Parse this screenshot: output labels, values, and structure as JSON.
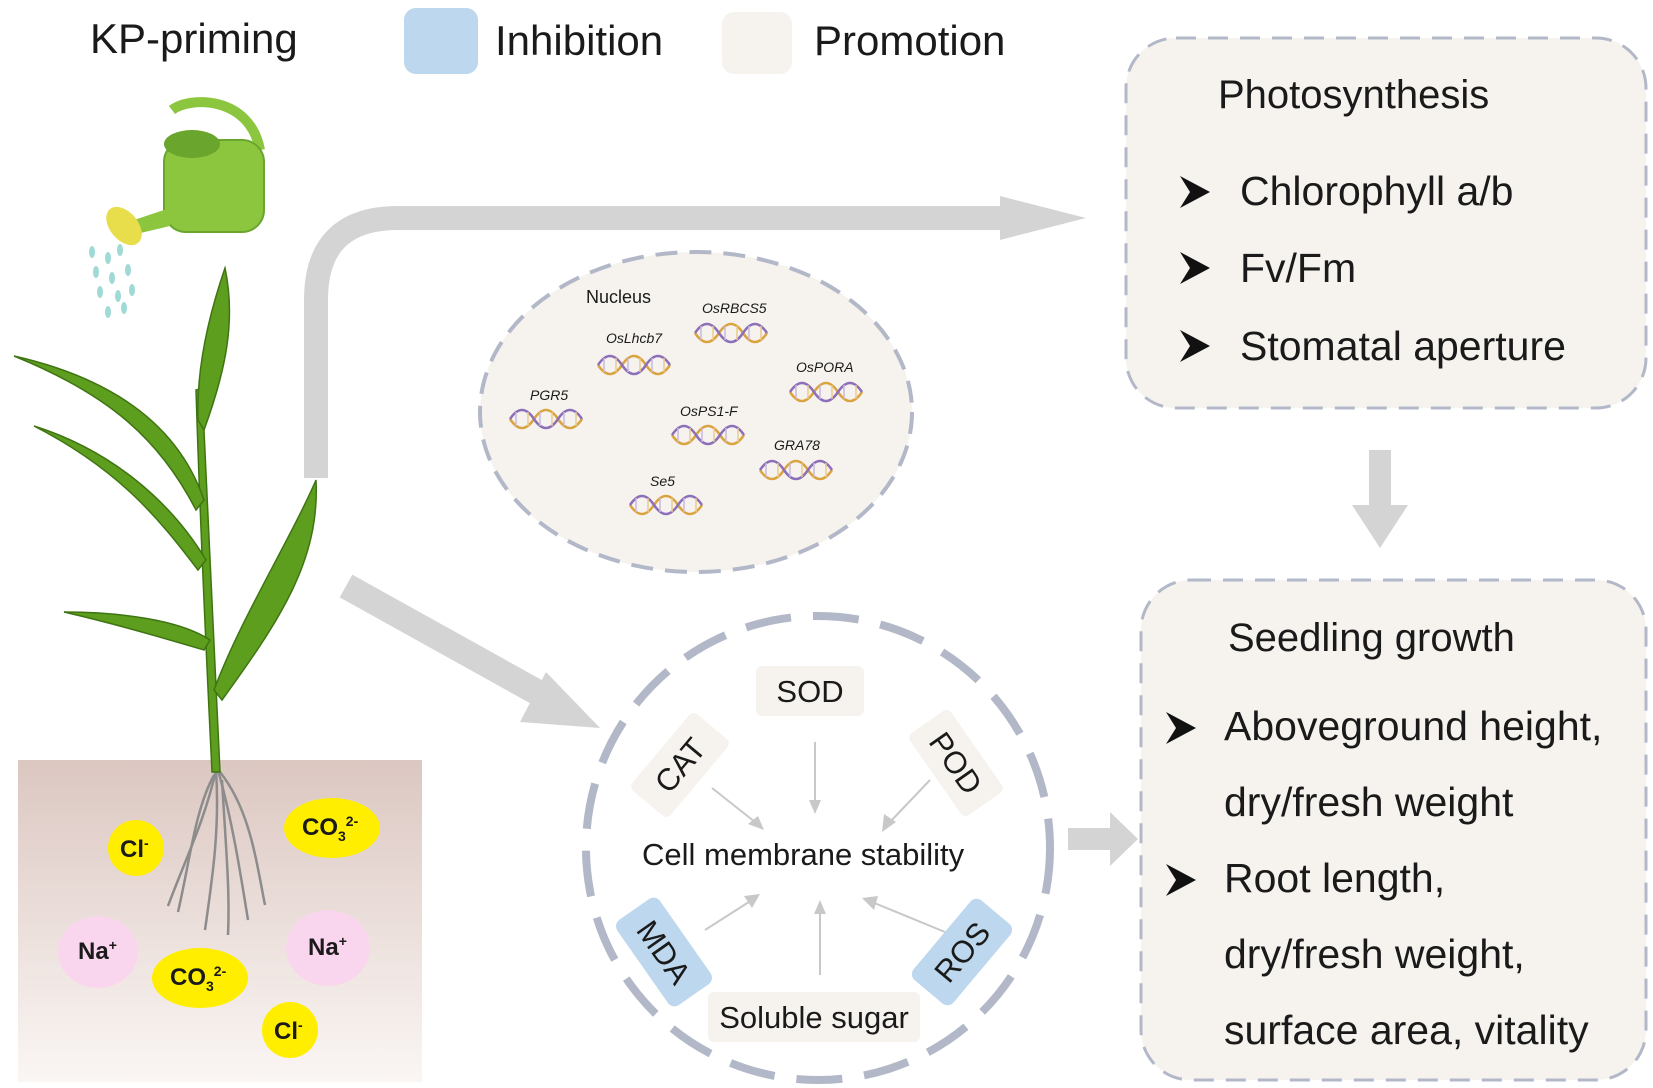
{
  "title": "KP-priming",
  "legend": {
    "inhibition_label": "Inhibition",
    "promotion_label": "Promotion",
    "inhibition_color": "#bcd7ee",
    "promotion_color": "#f6f3ee"
  },
  "photosynthesis": {
    "title": "Photosynthesis",
    "items": [
      "Chlorophyll a/b",
      "Fv/Fm",
      "Stomatal aperture"
    ]
  },
  "seedling": {
    "title": "Seedling growth",
    "item1": [
      "Aboveground height,",
      "dry/fresh weight"
    ],
    "item2": [
      "Root length,",
      "dry/fresh weight,",
      "surface area,  vitality"
    ]
  },
  "nucleus": {
    "label": "Nucleus",
    "genes": [
      "OsRBCS5",
      "OsLhcb7",
      "OsPORA",
      "PGR5",
      "OsPS1-F",
      "GRA78",
      "Se5"
    ]
  },
  "membrane": {
    "center": "Cell membrane stability",
    "promoters": [
      "SOD",
      "CAT",
      "POD",
      "Soluble sugar"
    ],
    "inhibitors": [
      "MDA",
      "ROS"
    ]
  },
  "soil_ions": [
    "Cl-",
    "CO3 2-",
    "Na+",
    "Na+",
    "CO3 2-",
    "Cl-"
  ],
  "ion_colors": {
    "chloride": "#ffee00",
    "carbonate": "#ffee00",
    "sodium": "#f9d6ee"
  }
}
